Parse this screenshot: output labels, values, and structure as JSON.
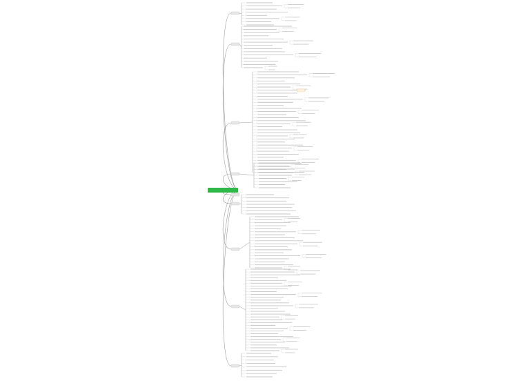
{
  "theme": {
    "root_color": "#2fb84a",
    "line_color": "#9a9a9a",
    "branch_box": "#e6e6e6",
    "leaf_line": "#cfcfcf",
    "text_line": "#c4c4c4",
    "highlight": "#fff1dd"
  },
  "root": {
    "label": ""
  },
  "branches": [
    {
      "name": "branch-1",
      "label": ""
    },
    {
      "name": "branch-2",
      "label": ""
    },
    {
      "name": "branch-3",
      "label": ""
    },
    {
      "name": "branch-4",
      "label": ""
    },
    {
      "name": "branch-5",
      "label": ""
    },
    {
      "name": "branch-6",
      "label": ""
    },
    {
      "name": "branch-7",
      "label": ""
    },
    {
      "name": "branch-8",
      "label": ""
    },
    {
      "name": "branch-9",
      "label": ""
    }
  ]
}
